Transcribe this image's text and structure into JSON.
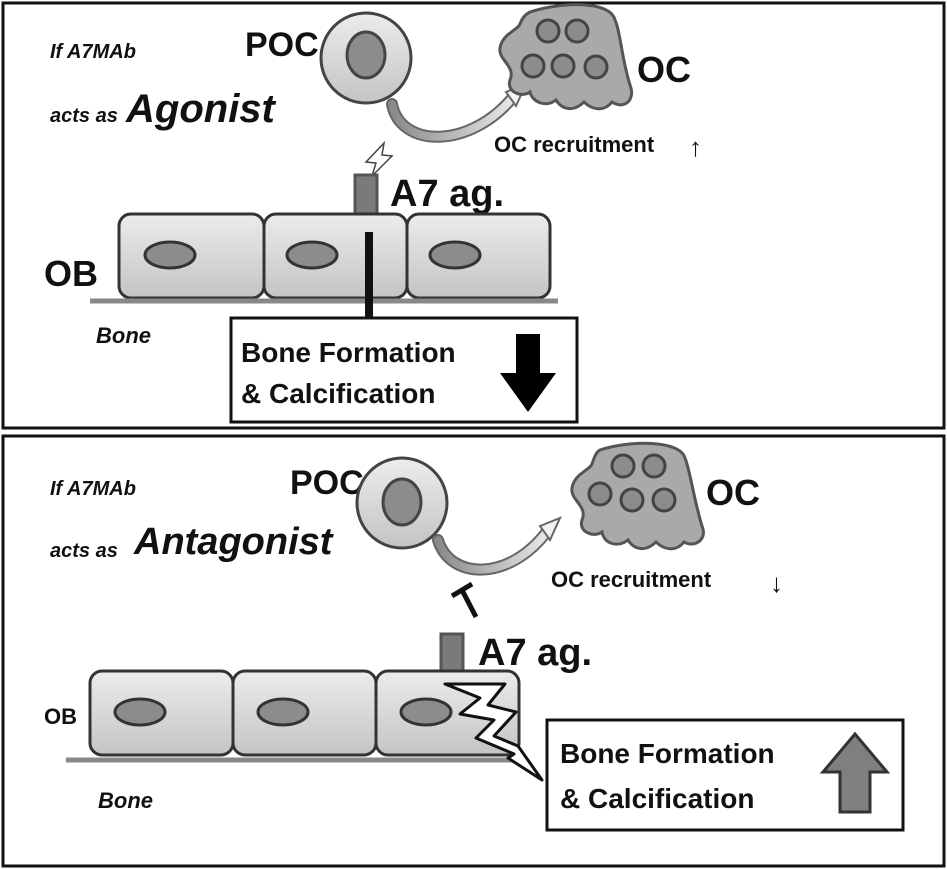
{
  "top_panel": {
    "condition_line1": "If A7MAb",
    "condition_line2": "acts as",
    "mode": "Agonist",
    "poc_label": "POC",
    "oc_label": "OC",
    "recruitment": "OC recruitment",
    "recruitment_arrow": "↑",
    "receptor_label": "A7 ag.",
    "ob_label": "OB",
    "bone_label": "Bone",
    "outcome_line1": "Bone Formation",
    "outcome_line2": "& Calcification",
    "outcome_direction": "down",
    "outcome_arrow_color": "#000000"
  },
  "bottom_panel": {
    "condition_line1": "If A7MAb",
    "condition_line2": "acts as",
    "mode": "Antagonist",
    "poc_label": "POC",
    "oc_label": "OC",
    "recruitment": "OC recruitment",
    "recruitment_arrow": "↓",
    "receptor_label": "A7 ag.",
    "ob_label": "OB",
    "bone_label": "Bone",
    "outcome_line1": "Bone Formation",
    "outcome_line2": "& Calcification",
    "outcome_direction": "up",
    "outcome_arrow_color": "#7f7f7f"
  },
  "colors": {
    "cell_fill": "#d6d6d6",
    "nucleus_fill": "#8c8c8c",
    "receptor_fill": "#7a7a7a",
    "osteoclast_fill": "#a9a9a9",
    "bone_line": "#888888"
  }
}
